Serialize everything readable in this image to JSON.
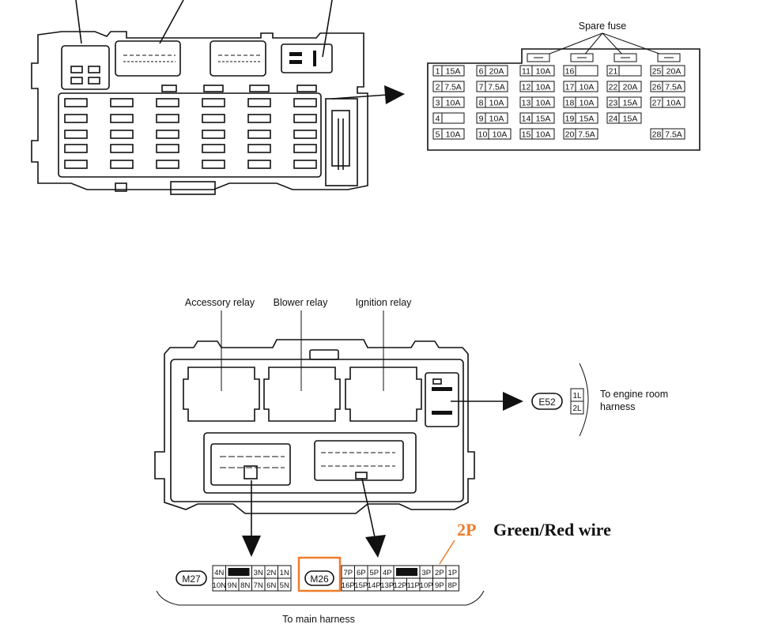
{
  "fuse_block": {
    "spare_fuse_label": "Spare fuse",
    "fuses": [
      {
        "no": "1",
        "amp": "15A"
      },
      {
        "no": "2",
        "amp": "7.5A"
      },
      {
        "no": "3",
        "amp": "10A"
      },
      {
        "no": "4",
        "amp": ""
      },
      {
        "no": "5",
        "amp": "10A"
      },
      {
        "no": "6",
        "amp": "20A"
      },
      {
        "no": "7",
        "amp": "7.5A"
      },
      {
        "no": "8",
        "amp": "10A"
      },
      {
        "no": "9",
        "amp": "10A"
      },
      {
        "no": "10",
        "amp": "10A"
      },
      {
        "no": "11",
        "amp": "10A"
      },
      {
        "no": "12",
        "amp": "10A"
      },
      {
        "no": "13",
        "amp": "10A"
      },
      {
        "no": "14",
        "amp": "15A"
      },
      {
        "no": "15",
        "amp": "10A"
      },
      {
        "no": "16",
        "amp": ""
      },
      {
        "no": "17",
        "amp": "10A"
      },
      {
        "no": "18",
        "amp": "10A"
      },
      {
        "no": "19",
        "amp": "15A"
      },
      {
        "no": "20",
        "amp": "7.5A"
      },
      {
        "no": "21",
        "amp": ""
      },
      {
        "no": "22",
        "amp": "20A"
      },
      {
        "no": "23",
        "amp": "15A"
      },
      {
        "no": "24",
        "amp": "15A"
      },
      {
        "no": "25",
        "amp": "20A"
      },
      {
        "no": "26",
        "amp": "7.5A"
      },
      {
        "no": "27",
        "amp": "10A"
      },
      {
        "no": "28",
        "amp": "7.5A"
      }
    ]
  },
  "relay_box": {
    "relays": [
      "Accessory relay",
      "Blower relay",
      "Ignition relay"
    ],
    "e52_label": "E52",
    "e52_pins": [
      "1L",
      "2L"
    ],
    "engine_room_label_line1": "To engine room",
    "engine_room_label_line2": "harness",
    "m27_label": "M27",
    "m27_top": [
      "4N",
      "",
      "3N",
      "2N",
      "1N"
    ],
    "m27_bottom": [
      "10N",
      "9N",
      "8N",
      "7N",
      "6N",
      "5N"
    ],
    "m26_label": "M26",
    "m26_top": [
      "7P",
      "6P",
      "5P",
      "4P",
      "",
      "3P",
      "2P",
      "1P"
    ],
    "m26_bottom": [
      "16P",
      "15P",
      "14P",
      "13P",
      "12P",
      "11P",
      "10P",
      "9P",
      "8P"
    ],
    "main_harness_label": "To main harness"
  },
  "annotation": {
    "pin": "2P",
    "wire": "Green/Red wire",
    "highlight_color": "#f07c2a"
  }
}
